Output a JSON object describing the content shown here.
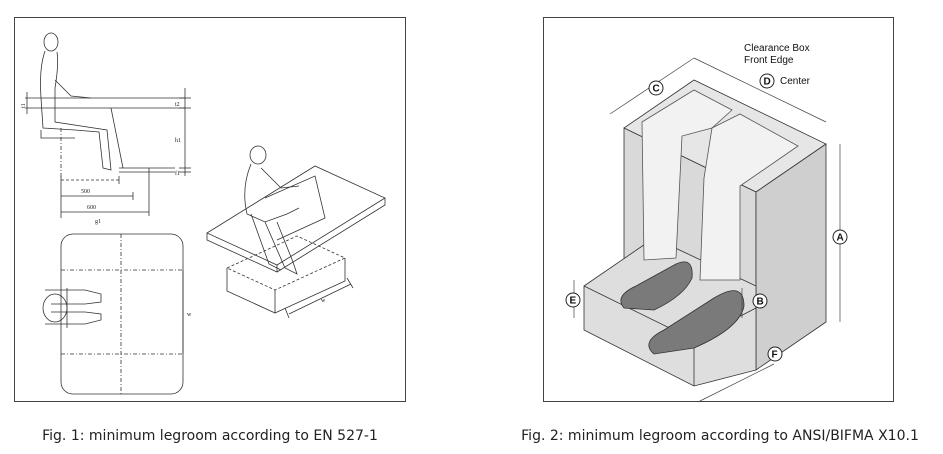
{
  "figures": [
    {
      "id": "fig1",
      "caption": "Fig. 1: minimum legroom according to EN 527-1",
      "dimension_labels": {
        "t1": "t1",
        "t2": "t2",
        "h1": "h1",
        "f1": "f1",
        "d500": "500",
        "d600": "600",
        "g1": "g1",
        "w": "w"
      }
    },
    {
      "id": "fig2",
      "caption": "Fig. 2: minimum legroom according to ANSI/BIFMA X10.1",
      "text_line1": "Clearance Box",
      "text_line2": "Front Edge",
      "center_label": "Center",
      "markers": {
        "a": "A",
        "b": "B",
        "c": "C",
        "d": "D",
        "e": "E",
        "f": "F"
      },
      "colors": {
        "box_shade": "#d9d9d9",
        "shoe": "#7a7a7a",
        "pants": "#f2f2f2"
      }
    }
  ]
}
